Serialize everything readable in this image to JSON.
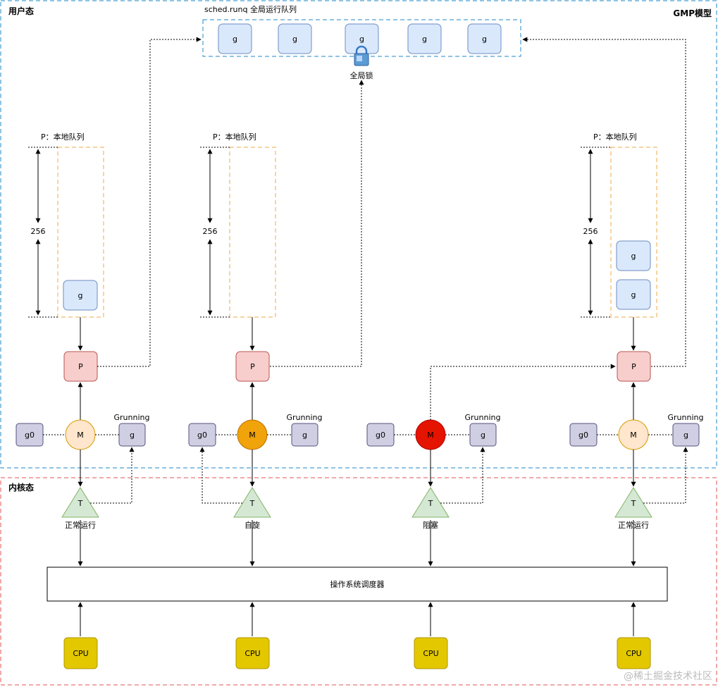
{
  "zones": {
    "user_label": "用户态",
    "kernel_label": "内核态",
    "model_label": "GMP模型"
  },
  "global_queue": {
    "label": "sched.runq 全局运行队列",
    "g_labels": [
      "g",
      "g",
      "g",
      "g",
      "g"
    ],
    "lock_label": "全局锁"
  },
  "local_queue_label": "P：本地队列",
  "local_queue_size": "256",
  "p_label": "P",
  "m_label": "M",
  "g_label": "g",
  "g0_label": "g0",
  "t_label": "T",
  "grunning_label": "Grunning",
  "columns": [
    {
      "m_color": "#ffe6cc",
      "t_state": "正常运行",
      "show_queue_label": true
    },
    {
      "m_color": "#f0a30a",
      "t_state": "自旋",
      "show_queue_label": true
    },
    {
      "m_color": "#e51400",
      "t_state": "阻塞",
      "show_queue_label": false
    },
    {
      "m_color": "#ffe6cc",
      "t_state": "正常运行",
      "show_queue_label": true
    }
  ],
  "scheduler_label": "操作系统调度器",
  "cpu_label": "CPU",
  "watermark": "@稀土掘金技术社区",
  "colors": {
    "g_fill": "#dae8fc",
    "g_stroke": "#6c8ebf",
    "p_fill": "#f8cecc",
    "p_stroke": "#b85450",
    "t_fill": "#d5e8d4",
    "t_stroke": "#82b366",
    "gray_fill": "#d0cee2",
    "gray_stroke": "#56517e",
    "cpu_fill": "#e3c800",
    "cpu_stroke": "#b09500",
    "user_border": "#1f8acb",
    "kernel_border": "#e05555",
    "queue_border": "#f0a84a"
  }
}
